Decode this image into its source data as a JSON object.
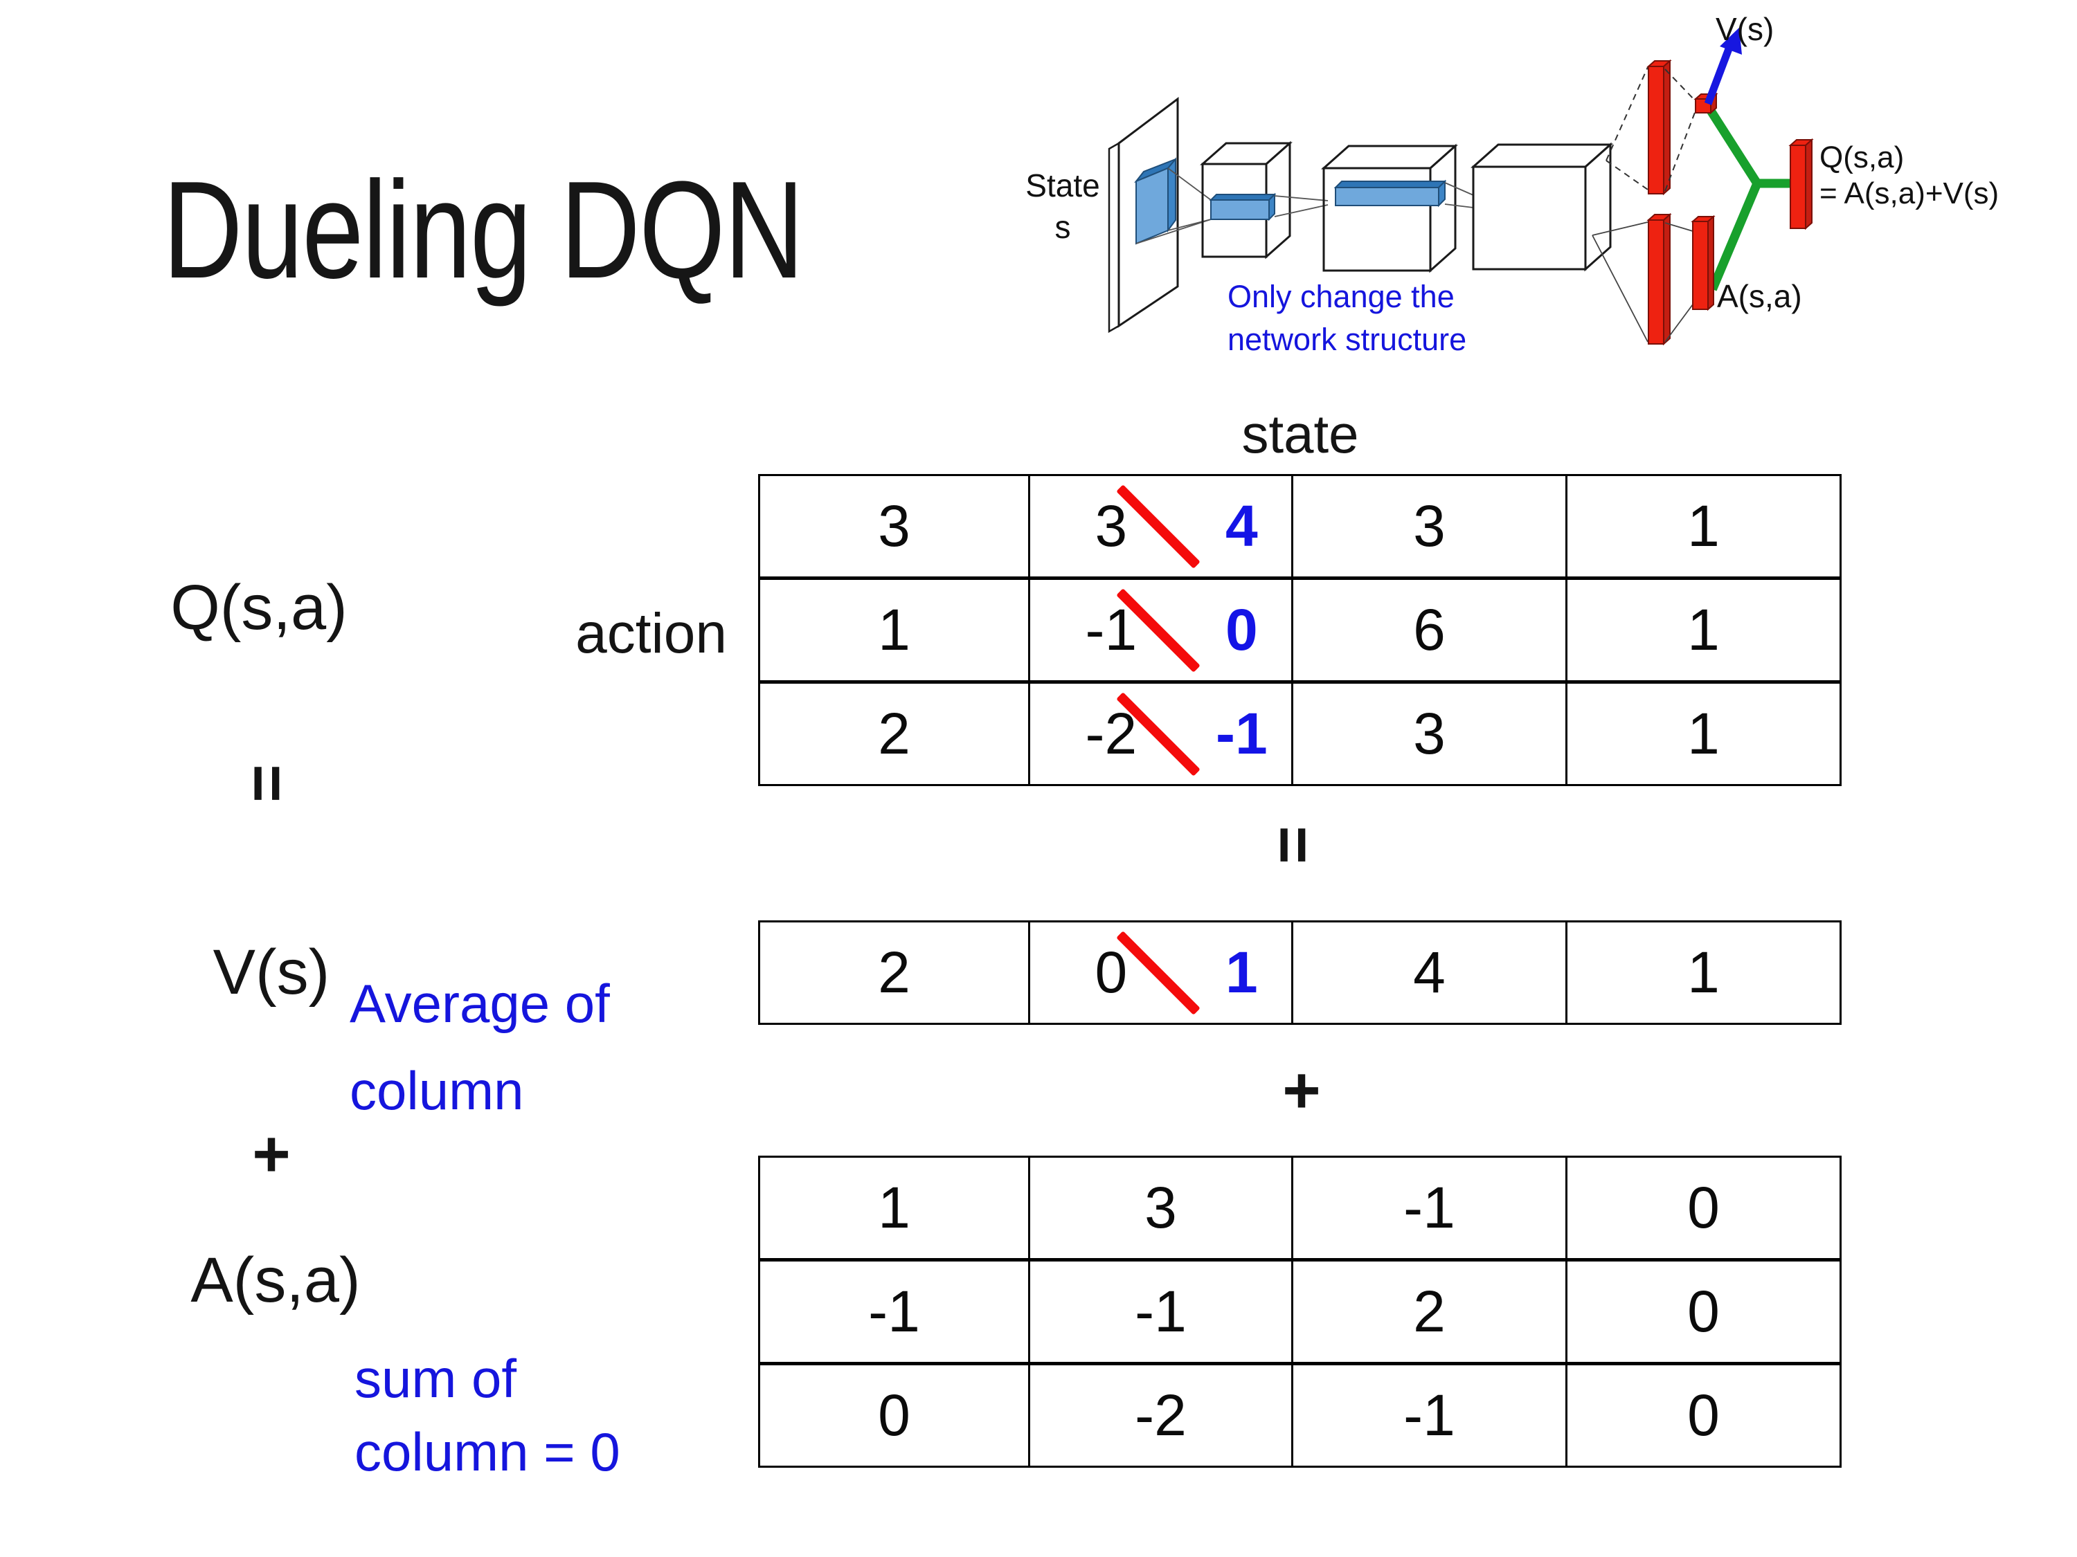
{
  "slide": {
    "title": "Dueling DQN"
  },
  "diagram": {
    "state_line1": "State",
    "state_line2": "s",
    "note_line1": "Only change the",
    "note_line2": "network structure",
    "v_out": "V(s)",
    "q_out_line1": "Q(s,a)",
    "q_out_line2": "= A(s,a)+V(s)",
    "a_out": "A(s,a)"
  },
  "equation": {
    "q_label": "Q(s,a)",
    "v_label": "V(s)",
    "a_label": "A(s,a)",
    "equals": "=",
    "plus": "+",
    "state_header": "state",
    "action_header": "action",
    "avg_line1": "Average of",
    "avg_line2": "column",
    "sum_line1": "sum of",
    "sum_line2": "column = 0"
  },
  "q_table": {
    "rows": [
      {
        "c0": "3",
        "c1_old": "3",
        "c1_new": "4",
        "c2": "3",
        "c3": "1"
      },
      {
        "c0": "1",
        "c1_old": "-1",
        "c1_new": "0",
        "c2": "6",
        "c3": "1"
      },
      {
        "c0": "2",
        "c1_old": "-2",
        "c1_new": "-1",
        "c2": "3",
        "c3": "1"
      }
    ]
  },
  "v_table": {
    "row": {
      "c0": "2",
      "c1_old": "0",
      "c1_new": "1",
      "c2": "4",
      "c3": "1"
    }
  },
  "a_table": {
    "rows": [
      {
        "c0": "1",
        "c1": "3",
        "c2": "-1",
        "c3": "0"
      },
      {
        "c0": "-1",
        "c1": "-1",
        "c2": "2",
        "c3": "0"
      },
      {
        "c0": "0",
        "c1": "-2",
        "c2": "-1",
        "c3": "0"
      }
    ]
  },
  "colors": {
    "highlight_blue": "#1414e6",
    "strike_red": "#f40b0b",
    "note_blue": "#1515dd",
    "bar_red": "#ee2211",
    "bar_red_dark": "#7a1008",
    "link_green": "#18a02c",
    "arrow_blue": "#1717e0",
    "conv_blue": "#6fa8dc",
    "conv_blue_dark": "#2e75b6",
    "wire_black": "#1a1a1a"
  }
}
